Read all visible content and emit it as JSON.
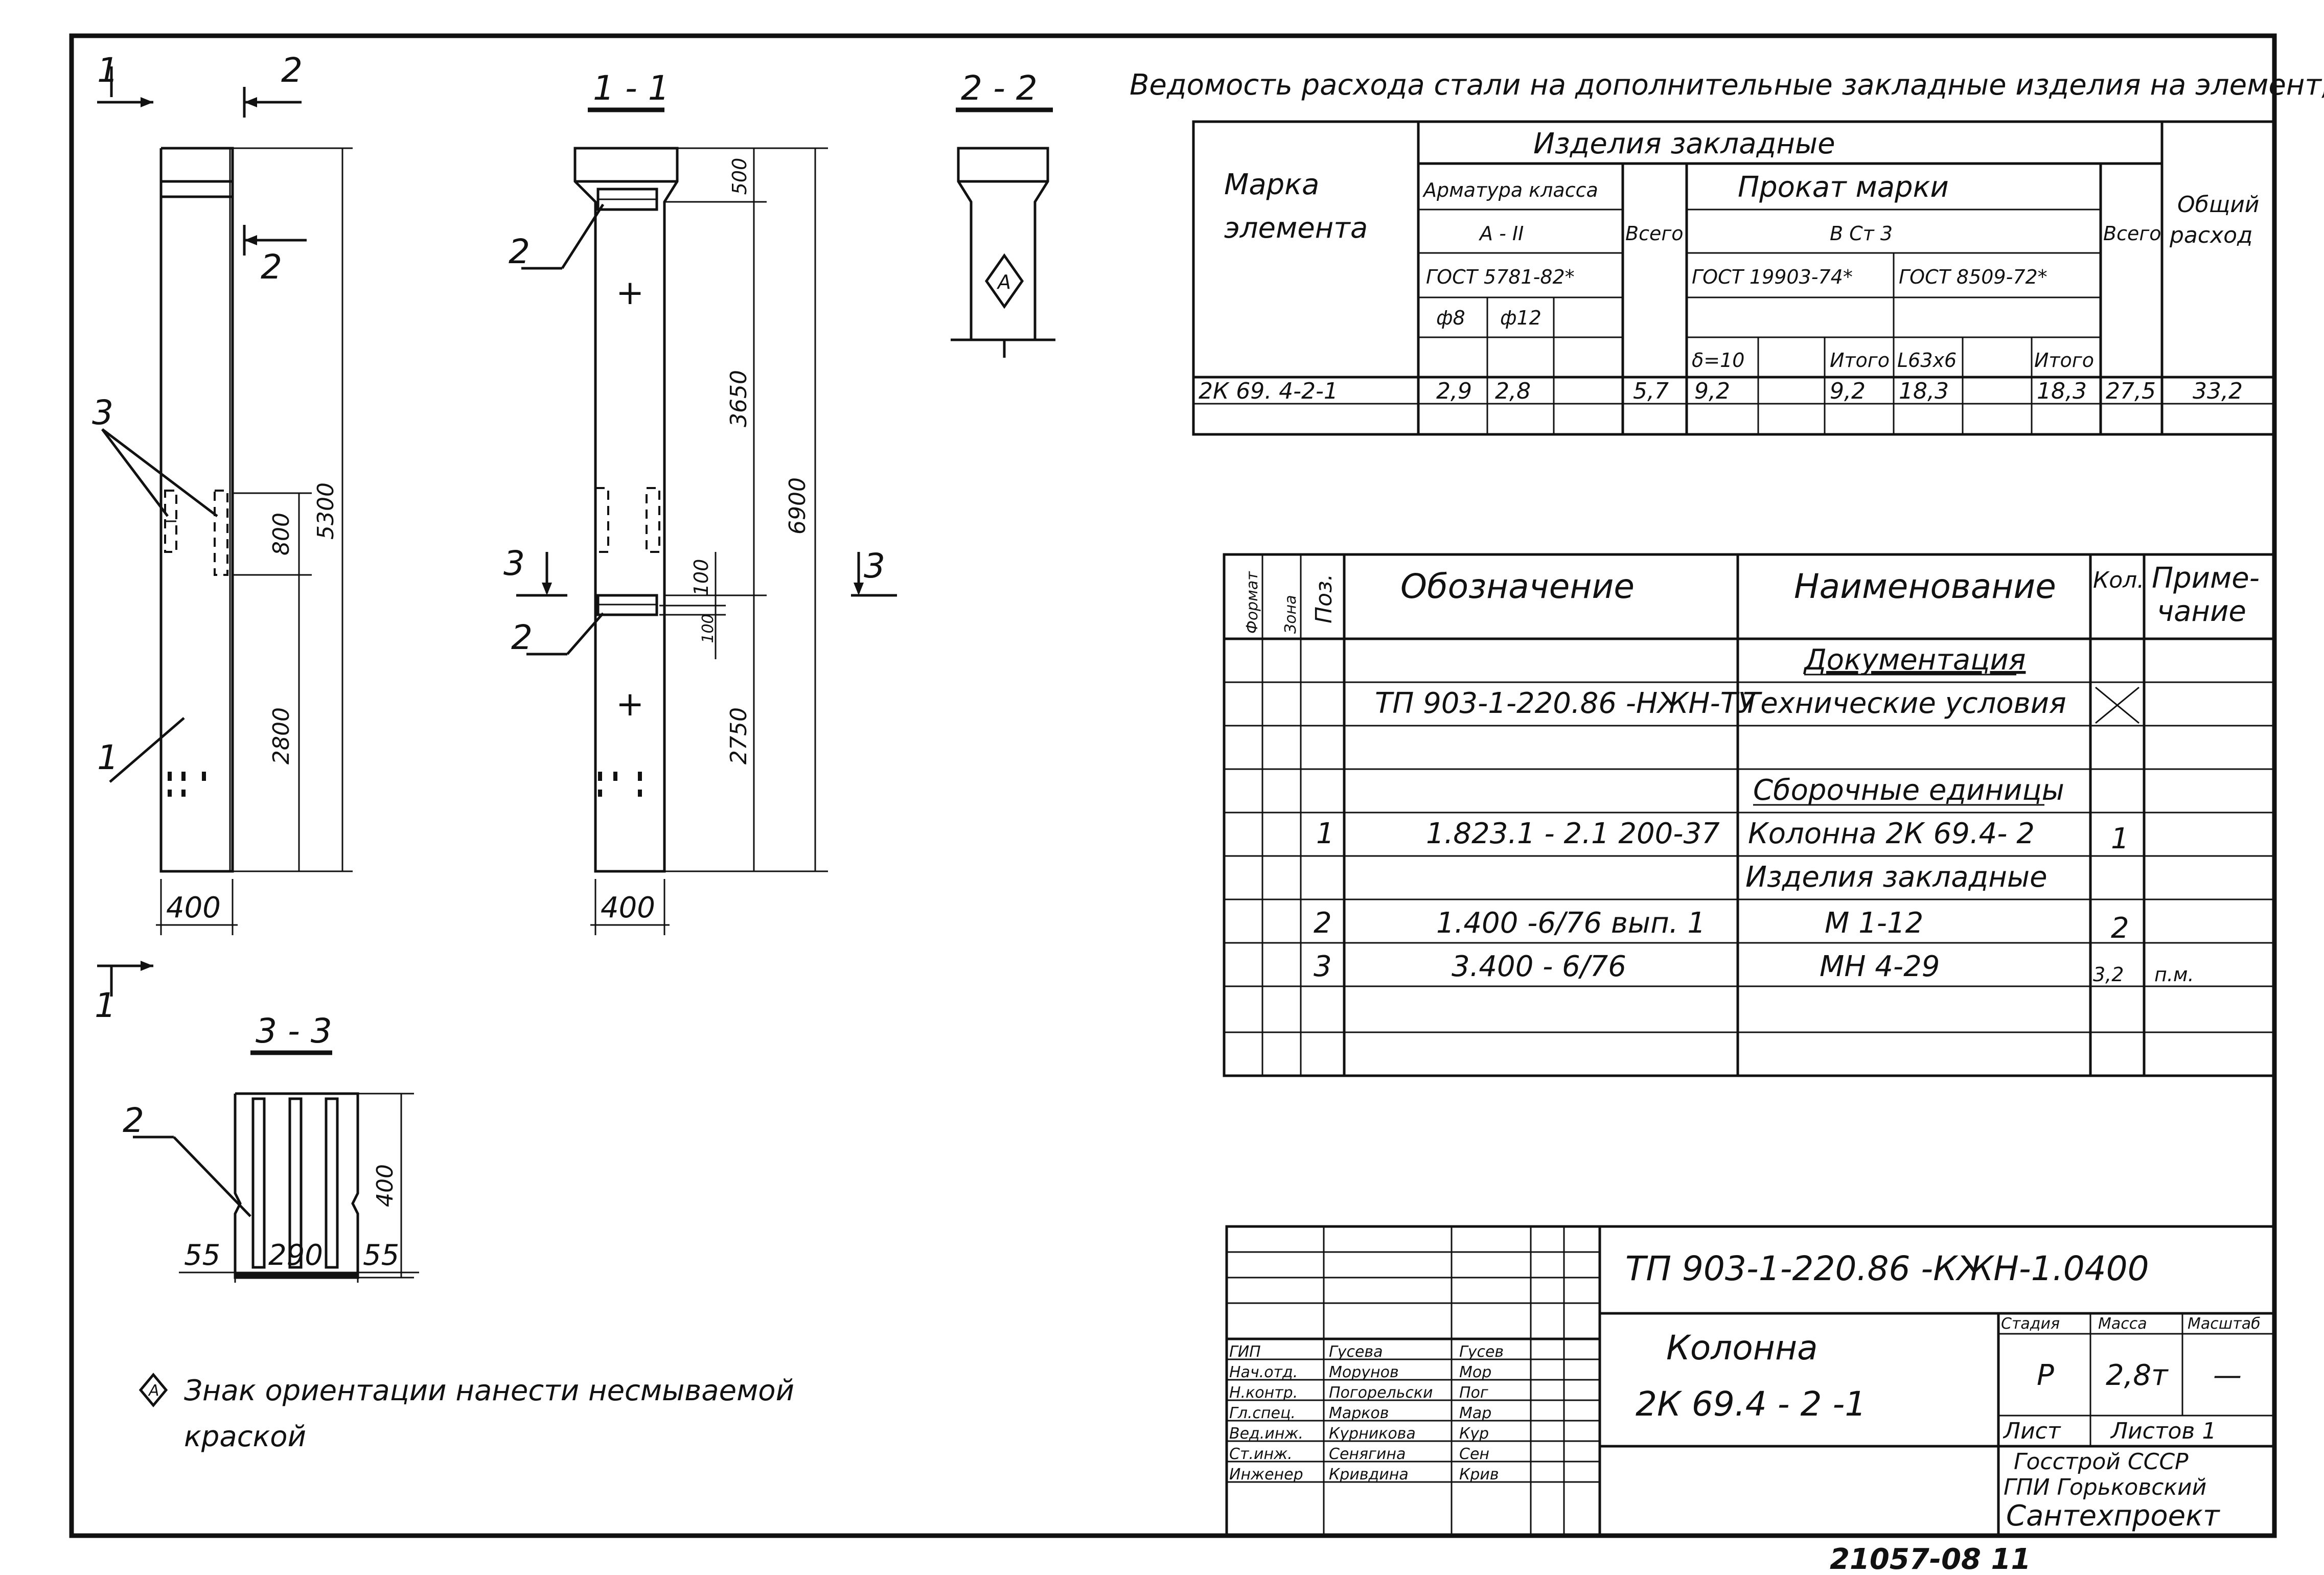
{
  "drawing": {
    "section_labels": {
      "s11": "1 - 1",
      "s22": "2 - 2",
      "s33": "3 - 3"
    },
    "cut_marks": {
      "c1": "1",
      "c2": "2",
      "c3": "3"
    },
    "callouts": {
      "one": "1",
      "two": "2",
      "three": "3"
    },
    "dims": {
      "d400": "400",
      "d500": "500",
      "d800": "800",
      "d100": "100",
      "d5300": "5300",
      "d2800": "2800",
      "d3650": "3650",
      "d6900": "6900",
      "d2750": "2750",
      "d55": "55",
      "d290": "290"
    },
    "orientation_glyph": "A",
    "note_line1": "Знак ориентации нанести несмываемой",
    "note_line2": "краской"
  },
  "steel_table": {
    "title": "Ведомость расхода стали на дополнительные закладные изделия на элемент, кг",
    "h_mark1": "Марка",
    "h_mark2": "элемента",
    "h_products": "Изделия      закладные",
    "h_rebar": "Арматура класса",
    "h_rebar_class": "А - II",
    "h_rebar_gost": "ГОСТ 5781-82*",
    "h_d8": "ф8",
    "h_d12": "ф12",
    "h_total_a": "Всего",
    "h_rolled": "Прокат    марки",
    "h_steel": "В Ст 3",
    "h_gost1": "ГОСТ 19903-74*",
    "h_gost2": "ГОСТ 8509-72*",
    "h_d10": "δ=10",
    "h_itogo1": "Итого",
    "h_l63": "L63x6",
    "h_itogo2": "Итого",
    "h_total_b": "Всего",
    "h_overall1": "Общий",
    "h_overall2": "расход",
    "row_mark": "2К 69. 4-2-1",
    "row_d8": "2,9",
    "row_d12": "2,8",
    "row_total_a": "5,7",
    "row_d10": "9,2",
    "row_itogo1": "9,2",
    "row_l63": "18,3",
    "row_itogo2": "18,3",
    "row_total_b": "27,5",
    "row_overall": "33,2"
  },
  "spec_table": {
    "h_format": "Формат",
    "h_zone": "Зона",
    "h_pos": "Поз.",
    "h_designation": "Обозначение",
    "h_name": "Наименование",
    "h_qty": "Кол.",
    "h_note1": "Приме-",
    "h_note2": "чание",
    "sec_docs": "Документация",
    "doc_code": "ТП 903-1-220.86 -НЖН-ТУ",
    "doc_name": "Технические условия",
    "sec_assembly": "Сборочные единицы",
    "r1_pos": "1",
    "r1_code": "1.823.1 - 2.1  200-37",
    "r1_name": "Колонна 2К 69.4- 2",
    "r1_qty": "1",
    "sec_embedded": "Изделия закладные",
    "r2_pos": "2",
    "r2_code": "1.400 -6/76   вып. 1",
    "r2_name": "М 1-12",
    "r2_qty": "2",
    "r3_pos": "3",
    "r3_code": "3.400 - 6/76",
    "r3_name": "МН 4-29",
    "r3_qty": "3,2",
    "r3_note": "п.м."
  },
  "title_block": {
    "code": "ТП  903-1-220.86      -КЖН-1.0400",
    "item_name1": "Колонна",
    "item_name2": "2К 69.4 - 2 -1",
    "h_stage": "Стадия",
    "h_mass": "Масса",
    "h_scale": "Масштаб",
    "stage": "Р",
    "mass": "2,8т",
    "scale": "—",
    "sheet": "Лист",
    "sheets": "Листов 1",
    "org1": "Госстрой СССР",
    "org2": "ГПИ Горьковский",
    "org3": "Сантехпроект",
    "roles": [
      "ГИП",
      "Нач.отд.",
      "Н.контр.",
      "Гл.спец.",
      "Вед.инж.",
      "Ст.инж.",
      "Инженер"
    ],
    "names": [
      "Гусева",
      "Морунов",
      "Погорельски",
      "Марков",
      "Курникова",
      "Сенягина",
      "Кривдина"
    ],
    "sigs": [
      "Гусев",
      "Мор",
      "Пог",
      "Мар",
      "Кур",
      "Сен",
      "Крив"
    ]
  },
  "footer": {
    "number": "21057-08   11"
  }
}
